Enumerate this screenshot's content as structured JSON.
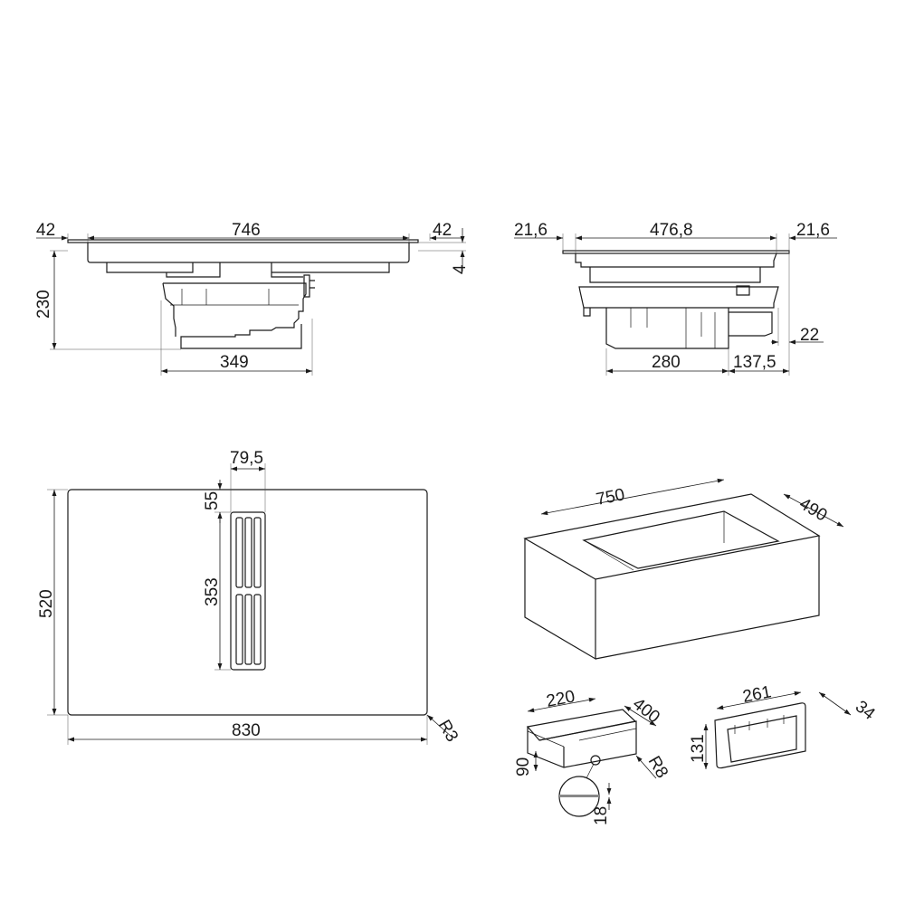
{
  "colors": {
    "line": "#1a1a1a",
    "background": "#ffffff"
  },
  "front_view": {
    "left_overhang": "42",
    "width": "746",
    "right_overhang": "42",
    "glass_thickness": "4",
    "height": "230",
    "motor_width": "349"
  },
  "side_view": {
    "left_overhang": "21,6",
    "depth": "476,8",
    "right_overhang": "21,6",
    "offset": "22",
    "module_width": "280",
    "rear_offset": "137,5"
  },
  "top_view": {
    "vent_width": "79,5",
    "vent_offset": "55",
    "vent_length": "353",
    "depth": "520",
    "width": "830",
    "corner_radius": "R3"
  },
  "cutout": {
    "width": "750",
    "depth": "490"
  },
  "duct": {
    "width": "220",
    "length": "400",
    "height": "90",
    "radius": "R8",
    "wall": "18"
  },
  "adapter": {
    "width": "261",
    "depth": "34",
    "height": "131"
  }
}
